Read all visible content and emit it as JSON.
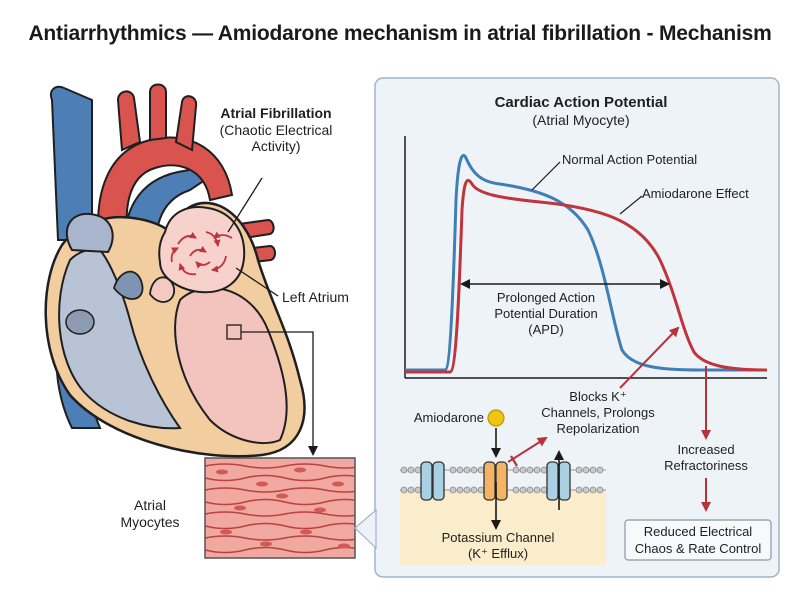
{
  "title": "Antiarrhythmics — Amiodarone mechanism in atrial fibrillation - Mechanism",
  "heart": {
    "af_title": "Atrial Fibrillation",
    "af_sub1": "(Chaotic Electrical",
    "af_sub2": "Activity)",
    "left_atrium": "Left Atrium",
    "myocytes_l1": "Atrial",
    "myocytes_l2": "Myocytes"
  },
  "panel": {
    "title": "Cardiac Action Potential",
    "subtitle": "(Atrial Myocyte)",
    "normal_label": "Normal Action Potential",
    "amio_label": "Amiodarone Effect",
    "apd_l1": "Prolonged Action",
    "apd_l2": "Potential Duration",
    "apd_l3": "(APD)",
    "drug": "Amiodarone",
    "blocks_l1": "Blocks K⁺",
    "blocks_l2": "Channels, Prolongs",
    "blocks_l3": "Repolarization",
    "channel_l1": "Potassium Channel",
    "channel_l2": "(K⁺ Efflux)",
    "refr_l1": "Increased",
    "refr_l2": "Refractoriness",
    "result_l1": "Reduced Electrical",
    "result_l2": "Chaos & Rate Control"
  },
  "colors": {
    "normal": "#3f7fb5",
    "amiodarone": "#c0343d",
    "panel_bg": "#eef3f8",
    "panel_border": "#9fb4c8",
    "membrane_bg": "#fbeccc",
    "drug": "#f1c40f"
  }
}
